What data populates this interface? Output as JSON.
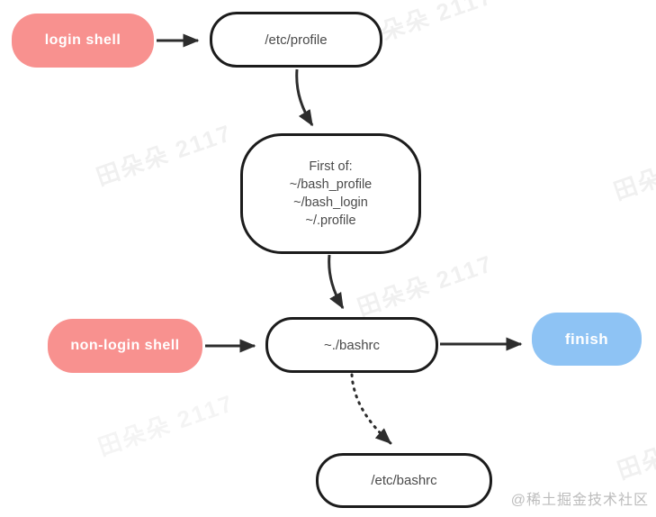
{
  "diagram": {
    "title_hint": "bash startup files flowchart",
    "nodes": [
      {
        "id": "login-shell",
        "label": "login shell",
        "type": "pill-pink"
      },
      {
        "id": "etc-profile",
        "label": "/etc/profile",
        "type": "outline"
      },
      {
        "id": "first-of",
        "type": "outline",
        "lines": [
          "First of:",
          "~/bash_profile",
          "~/bash_login",
          "~/.profile"
        ]
      },
      {
        "id": "non-login-shell",
        "label": "non-login shell",
        "type": "pill-pink"
      },
      {
        "id": "bashrc",
        "label": "~./bashrc",
        "type": "outline"
      },
      {
        "id": "finish",
        "label": "finish",
        "type": "pill-blue"
      },
      {
        "id": "etc-bashrc",
        "label": "/etc/bashrc",
        "type": "outline"
      }
    ],
    "edges": [
      {
        "from": "login-shell",
        "to": "etc-profile",
        "style": "solid"
      },
      {
        "from": "etc-profile",
        "to": "first-of",
        "style": "solid"
      },
      {
        "from": "first-of",
        "to": "bashrc",
        "style": "solid"
      },
      {
        "from": "non-login-shell",
        "to": "bashrc",
        "style": "solid"
      },
      {
        "from": "bashrc",
        "to": "finish",
        "style": "solid"
      },
      {
        "from": "bashrc",
        "to": "etc-bashrc",
        "style": "dotted"
      }
    ],
    "colors": {
      "pink": "#F8918F",
      "blue": "#8EC3F4",
      "box_border": "#1c1c1c",
      "box_text": "#4a4a4a",
      "arrow": "#2d2d2d",
      "watermark": "rgba(0,0,0,0.06)",
      "credit": "#bcbcbc"
    }
  },
  "watermark": {
    "text": "田朵朵 2117"
  },
  "credit": {
    "text": "@稀土掘金技术社区"
  }
}
